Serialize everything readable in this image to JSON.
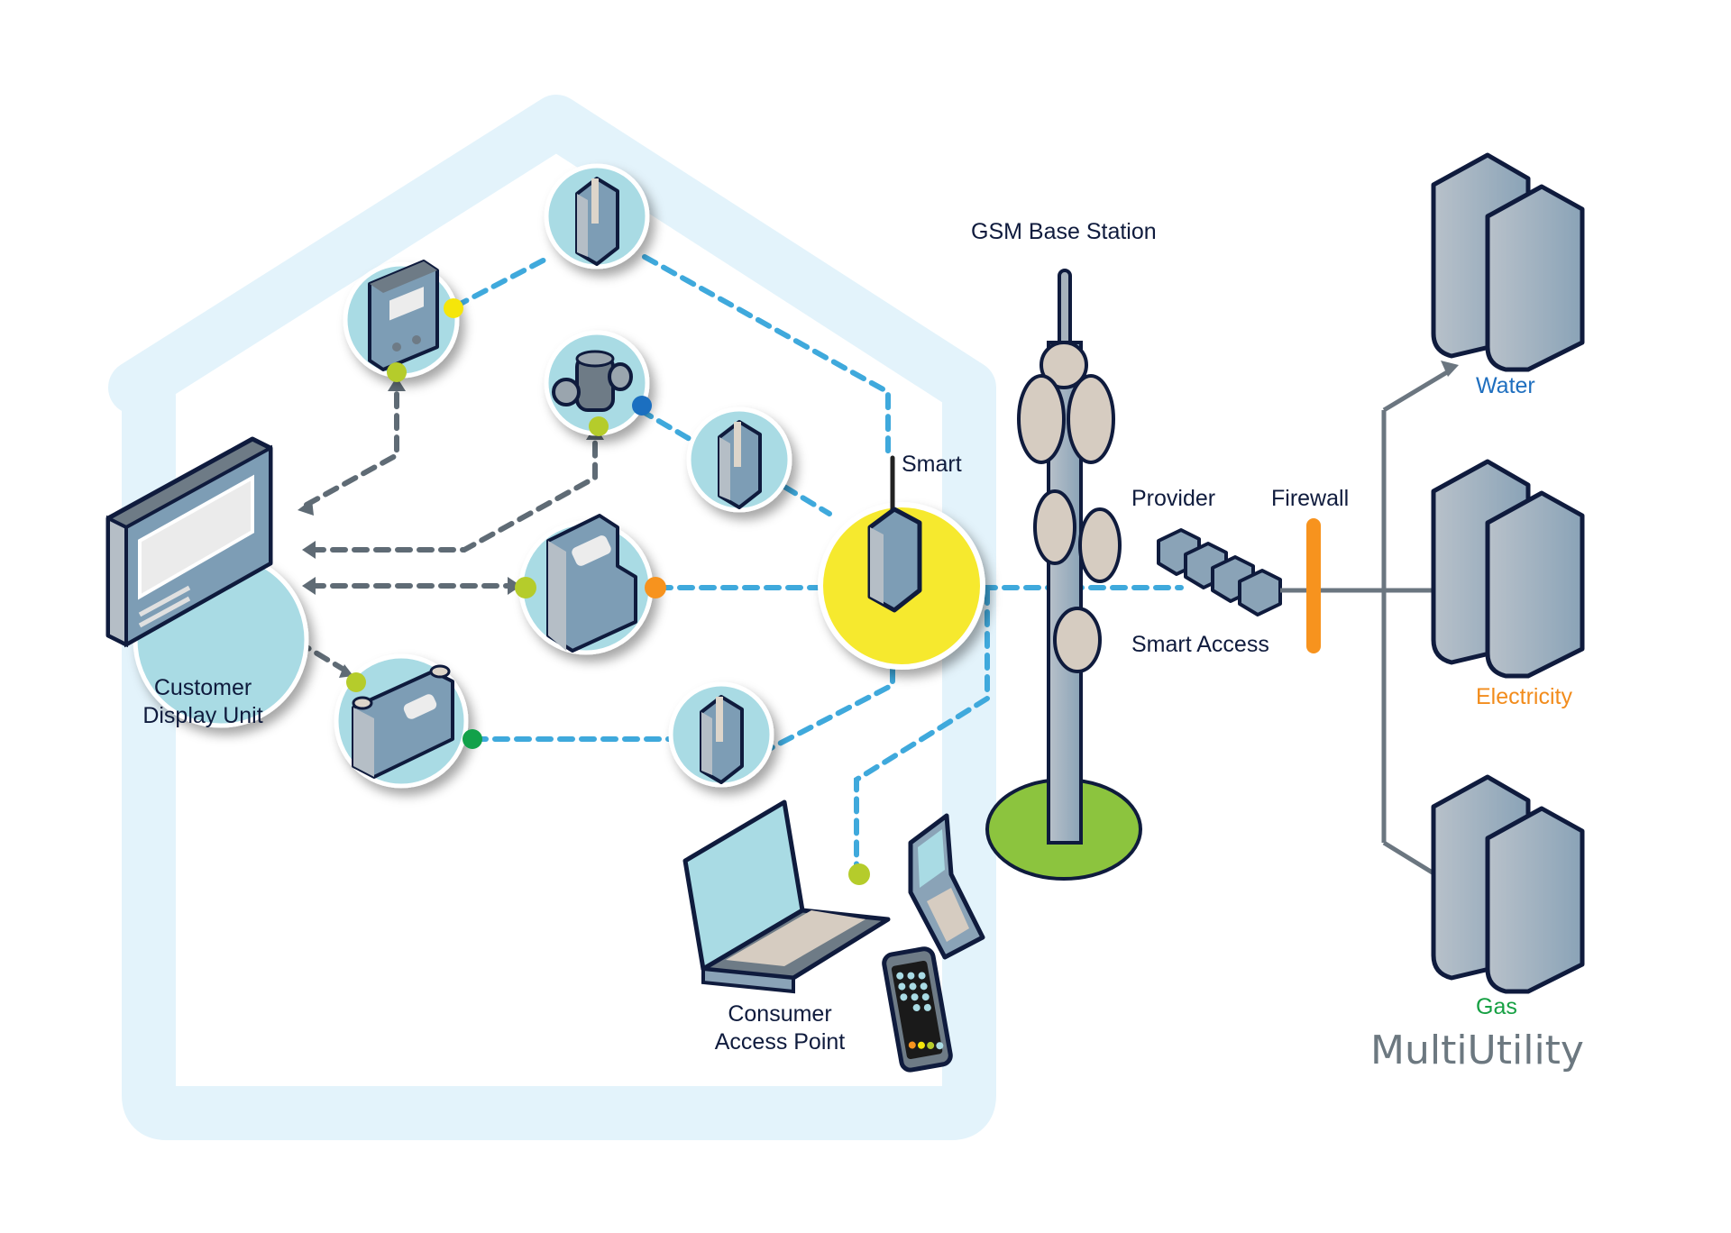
{
  "title": "Smart metering MultiUtility network",
  "labels": {
    "gsm": "GSM Base Station",
    "smart": "Smart",
    "provider": "Provider",
    "firewall": "Firewall",
    "smart_access": "Smart Access",
    "customer_display_line1": "Customer",
    "customer_display_line2": "Display Unit",
    "consumer_line1": "Consumer",
    "consumer_line2": "Access Point",
    "multiutility": "MultiUtility"
  },
  "utilities": [
    {
      "name": "Water",
      "color": "#1f6fbf"
    },
    {
      "name": "Electricity",
      "color": "#f28c1c"
    },
    {
      "name": "Gas",
      "color": "#16a043"
    }
  ],
  "colors": {
    "house": "#e3f3fb",
    "network_link": "#3fa9dc",
    "local_link": "#5f6b75",
    "smart_hub": "#f6e92f",
    "firewall": "#f7931e",
    "dot_lime": "#b5cc2b",
    "dot_yellow": "#f5e60a",
    "dot_blue": "#1b6fc0",
    "dot_orange": "#f7931e",
    "dot_green": "#12a14a",
    "ground": "#8cc43e"
  }
}
